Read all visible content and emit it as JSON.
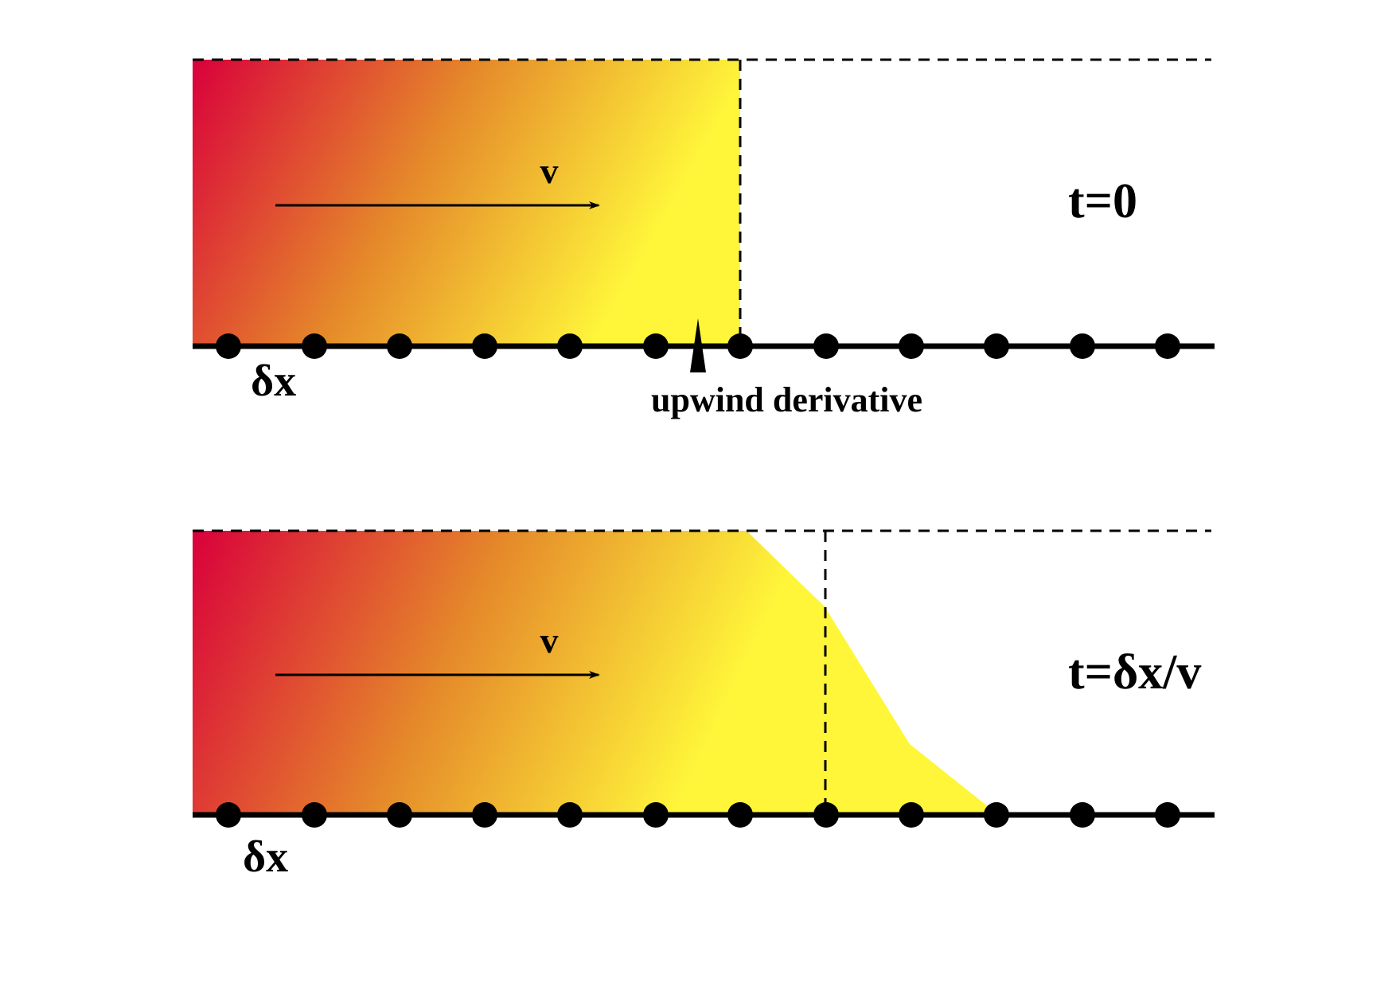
{
  "panels": [
    {
      "id": "t0",
      "time_label": "t=0",
      "velocity_label": "v",
      "spacing_label": "δx",
      "annotation_label": "upwind derivative",
      "grid_point_count": 12,
      "profile": "step",
      "step_edge_at_point": 6
    },
    {
      "id": "t1",
      "time_label": "t=δx/v",
      "velocity_label": "v",
      "spacing_label": "δx",
      "profile": "diffused step",
      "grid_point_count": 12,
      "reference_edge_at_point": 7
    }
  ],
  "colors": {
    "gradient_start": "#d9003b",
    "gradient_mid": "#e5892a",
    "gradient_end": "#fff63a",
    "ink": "#000000"
  }
}
